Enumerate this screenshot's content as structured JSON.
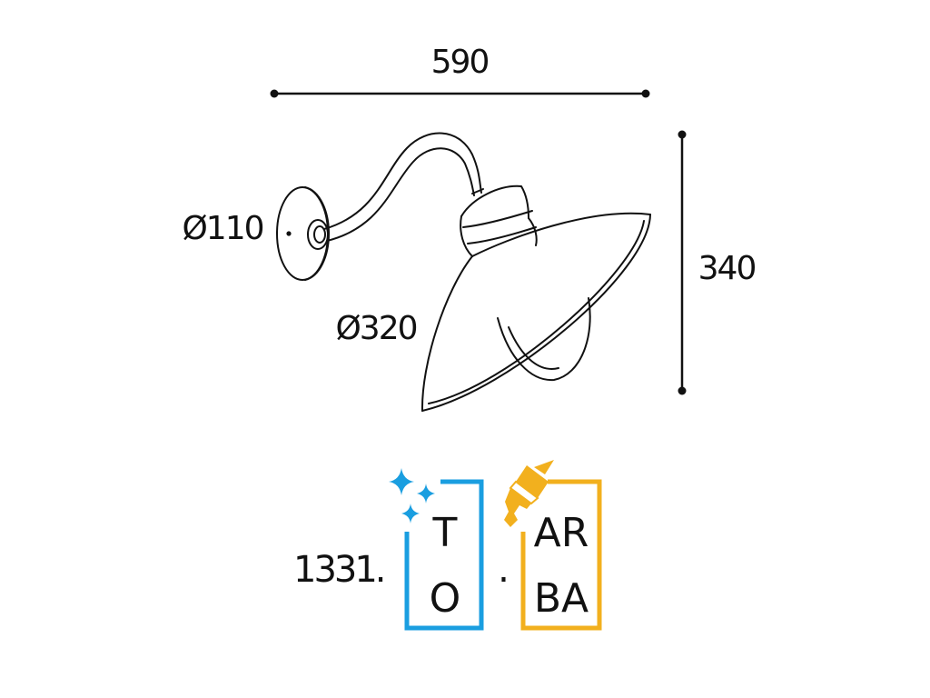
{
  "dimensions": {
    "width": "590",
    "height": "340",
    "base_diameter": "Ø110",
    "shade_diameter": "Ø320"
  },
  "product_code": {
    "prefix": "1331.",
    "separator": ".",
    "finish_group": {
      "lines": [
        "T",
        "O"
      ],
      "color": "#1a9ee0",
      "icon": "sparkle-icon"
    },
    "color_group": {
      "lines": [
        "AR",
        "BA"
      ],
      "color": "#f2b01e",
      "icon": "paintbrush-icon"
    }
  }
}
